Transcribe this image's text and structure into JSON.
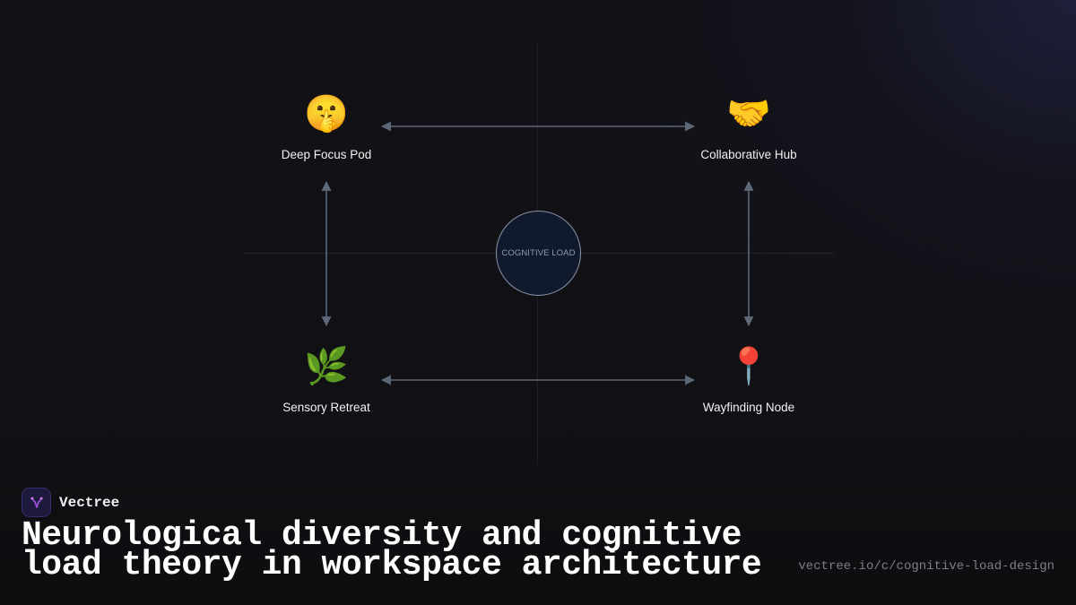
{
  "diagram": {
    "center_label": "COGNITIVE LOAD",
    "nodes": [
      {
        "id": "deep-focus-pod",
        "icon": "shushing-face-icon",
        "emoji": "🤫",
        "label": "Deep Focus Pod"
      },
      {
        "id": "collaborative-hub",
        "icon": "handshake-icon",
        "emoji": "🤝",
        "label": "Collaborative Hub"
      },
      {
        "id": "sensory-retreat",
        "icon": "herb-icon",
        "emoji": "🌿",
        "label": "Sensory Retreat"
      },
      {
        "id": "wayfinding-node",
        "icon": "round-pushpin-icon",
        "emoji": "📍",
        "label": "Wayfinding Node"
      }
    ],
    "connections": [
      {
        "from": "deep-focus-pod",
        "to": "collaborative-hub",
        "direction": "both"
      },
      {
        "from": "sensory-retreat",
        "to": "wayfinding-node",
        "direction": "both"
      },
      {
        "from": "deep-focus-pod",
        "to": "sensory-retreat",
        "direction": "both"
      },
      {
        "from": "collaborative-hub",
        "to": "wayfinding-node",
        "direction": "both"
      }
    ]
  },
  "brand": {
    "name": "Vectree",
    "logo_icon": "vectree-logo-icon"
  },
  "footer": {
    "headline": "Neurological diversity and cognitive load theory in workspace architecture",
    "url": "vectree.io/c/cognitive-load-design"
  },
  "colors": {
    "background": "#111115",
    "arrow": "#5d6878",
    "circle_fill": "#101a2c",
    "circle_border": "#8a94a8",
    "brand_accent": "#9b4fd6",
    "text_muted": "#7c7f88"
  }
}
